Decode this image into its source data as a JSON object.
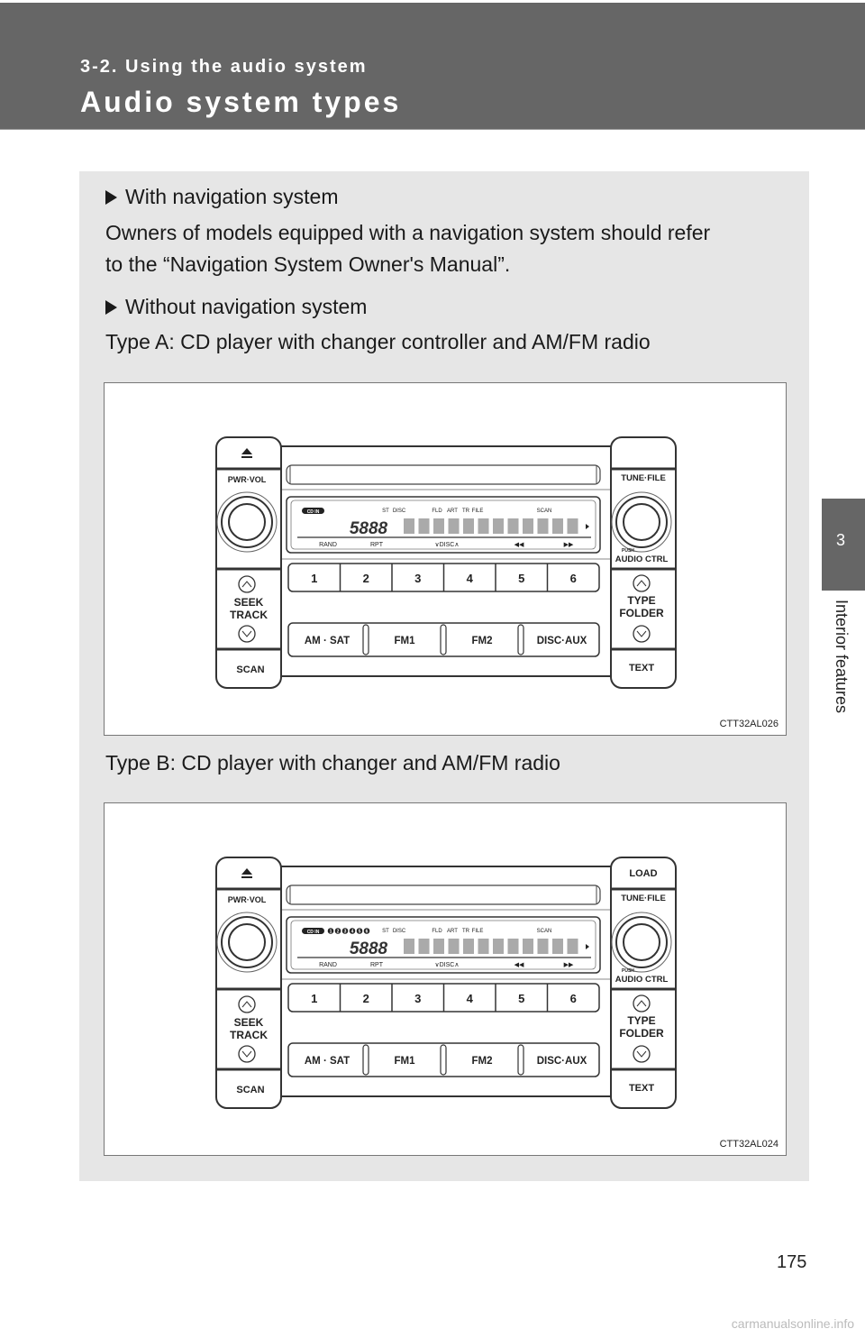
{
  "header": {
    "section": "3-2. Using the audio system",
    "title": "Audio system types"
  },
  "content": {
    "nav_heading": "With navigation system",
    "nav_line1": "Owners of models equipped with a navigation system should refer",
    "nav_line2": "to the “Navigation System Owner's Manual”.",
    "nonav_heading": "Without navigation system",
    "type_a": "Type A: CD player with changer controller and AM/FM radio",
    "type_b": "Type B: CD player with changer and AM/FM radio"
  },
  "figures": [
    {
      "code": "CTT32AL026",
      "load": "",
      "disc_numbers": false
    },
    {
      "code": "CTT32AL024",
      "load": "LOAD",
      "disc_numbers": true
    }
  ],
  "radio": {
    "pwr_vol": "PWR·VOL",
    "tune_file": "TUNE·FILE",
    "push": "PUSH",
    "audio_ctrl": "AUDIO CTRL",
    "seek": "SEEK",
    "track": "TRACK",
    "scan": "SCAN",
    "type": "TYPE",
    "folder": "FOLDER",
    "text": "TEXT",
    "presets": [
      "1",
      "2",
      "3",
      "4",
      "5",
      "6"
    ],
    "bands": [
      "AM · SAT",
      "FM1",
      "FM2",
      "DISC·AUX"
    ],
    "display": {
      "cd_in": "CD IN",
      "st": "ST",
      "disc": "DISC",
      "fld": "FLD",
      "art": "ART",
      "tr": "TR",
      "file": "FILE",
      "scan": "SCAN",
      "rand": "RAND",
      "rpt": "RPT",
      "disc_bottom": "DISC",
      "digits": "5888",
      "disc_nums": [
        "1",
        "2",
        "3",
        "4",
        "5",
        "6"
      ]
    }
  },
  "sidebar": {
    "tab_number": "3",
    "label": "Interior features"
  },
  "page_number": "175",
  "watermark": "carmanualsonline.info"
}
